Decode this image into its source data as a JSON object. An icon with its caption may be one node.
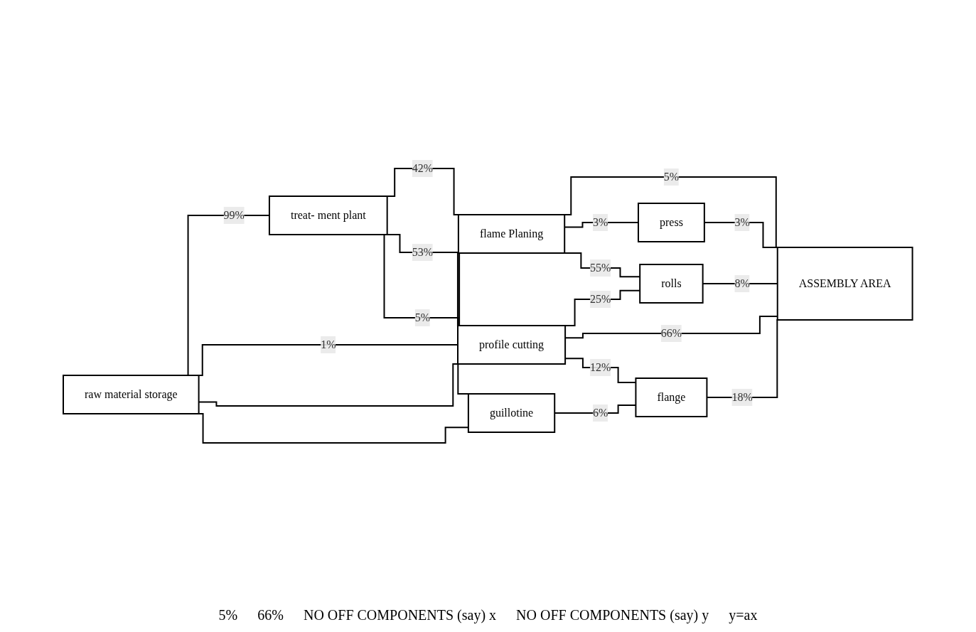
{
  "diagram": {
    "nodes": [
      {
        "text": [
          "raw material storage"
        ]
      },
      {
        "text": [
          "treat- ment plant"
        ]
      },
      {
        "text": [
          "flame Planing"
        ]
      },
      {
        "text": [
          "profile cutting"
        ]
      },
      {
        "text": [
          "guillotine"
        ]
      },
      {
        "text": [
          "press"
        ]
      },
      {
        "text": [
          "rolls"
        ]
      },
      {
        "text": [
          "flange"
        ]
      },
      {
        "text": [
          "ASSEMBLY AREA"
        ]
      }
    ],
    "edges": [
      {
        "from": 0,
        "to": 1,
        "arrow": "none",
        "label": "99%"
      },
      {
        "from": 0,
        "to": 2,
        "arrow": "none",
        "label": "1%"
      },
      {
        "from": 0,
        "to": 3,
        "arrow": "none"
      },
      {
        "from": 0,
        "to": 4,
        "arrow": "none"
      },
      {
        "from": 1,
        "to": 2,
        "arrow": "none",
        "label": "42%"
      },
      {
        "from": 1,
        "to": 3,
        "arrow": "none",
        "label": "53%"
      },
      {
        "from": 1,
        "to": 4,
        "arrow": "none",
        "label": "5%"
      },
      {
        "from": 2,
        "to": 8,
        "arrow": "none",
        "label": "5%"
      },
      {
        "from": 2,
        "to": 5,
        "arrow": "none",
        "label": "3%"
      },
      {
        "from": 2,
        "to": 6,
        "arrow": "none",
        "label": "55%"
      },
      {
        "from": 3,
        "to": 6,
        "arrow": "none",
        "label": "25%"
      },
      {
        "from": 3,
        "to": 8,
        "arrow": "none",
        "label": "66%"
      },
      {
        "from": 3,
        "to": 7,
        "arrow": "none",
        "label": "12%"
      },
      {
        "from": 4,
        "to": 7,
        "arrow": "none",
        "label": "6%"
      },
      {
        "from": 5,
        "to": 8,
        "arrow": "none",
        "label": "3%"
      },
      {
        "from": 6,
        "to": 8,
        "arrow": "none",
        "label": "8%"
      },
      {
        "from": 7,
        "to": 8,
        "arrow": "none",
        "label": "18%"
      }
    ],
    "labels": [
      "5%",
      "66%",
      "NO OFF COMPONENTS (say) x",
      "NO OFF COMPONENTS (say) y",
      "y=ax"
    ]
  }
}
